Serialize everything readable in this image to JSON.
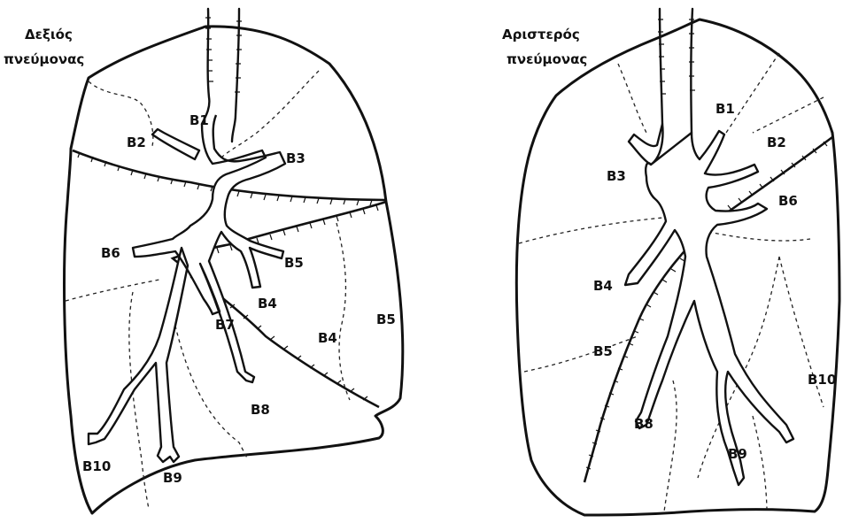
{
  "right_lung": {
    "title_line1": "Δεξιός",
    "title_line2": "πνεύμονας",
    "labels": {
      "b1": "B1",
      "b2": "B2",
      "b3": "B3",
      "b4_bronchus": "B4",
      "b5_bronchus": "B5",
      "b4_segment": "B4",
      "b5_segment": "B5",
      "b6": "B6",
      "b7": "B7",
      "b8": "B8",
      "b9": "B9",
      "b10": "B10"
    }
  },
  "left_lung": {
    "title_line1": "Αριστερός",
    "title_line2": "πνεύμονας",
    "labels": {
      "b1": "B1",
      "b2": "B2",
      "b3": "B3",
      "b4": "B4",
      "b5": "B5",
      "b6": "B6",
      "b8": "B8",
      "b9": "B9",
      "b10": "B10"
    }
  }
}
